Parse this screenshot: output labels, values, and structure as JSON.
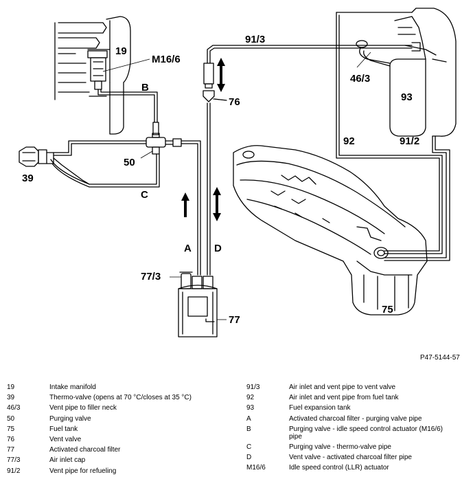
{
  "diagram": {
    "labels": {
      "l19": "19",
      "lM166": "M16/6",
      "lB": "B",
      "l50": "50",
      "l39": "39",
      "lC": "C",
      "lA": "A",
      "lD": "D",
      "l773": "77/3",
      "l77": "77",
      "l76": "76",
      "l913": "91/3",
      "l463": "46/3",
      "l93": "93",
      "l92": "92",
      "l912": "91/2",
      "l75": "75"
    },
    "reference": "P47-5144-57"
  },
  "legend": {
    "left": [
      {
        "code": "19",
        "desc": "Intake manifold"
      },
      {
        "code": "39",
        "desc": "Thermo-valve (opens at 70 °C/closes at 35 °C)"
      },
      {
        "code": "46/3",
        "desc": "Vent pipe to filler neck"
      },
      {
        "code": "50",
        "desc": "Purging valve"
      },
      {
        "code": "75",
        "desc": "Fuel tank"
      },
      {
        "code": "76",
        "desc": "Vent valve"
      },
      {
        "code": "77",
        "desc": "Activated charcoal filter"
      },
      {
        "code": "77/3",
        "desc": "Air inlet cap"
      },
      {
        "code": "91/2",
        "desc": "Vent pipe for refueling"
      }
    ],
    "right": [
      {
        "code": "91/3",
        "desc": "Air inlet and vent pipe to vent valve"
      },
      {
        "code": "92",
        "desc": "Air inlet and vent pipe from fuel tank"
      },
      {
        "code": "93",
        "desc": "Fuel expansion tank"
      },
      {
        "code": "A",
        "desc": "Activated charcoal filter - purging valve pipe"
      },
      {
        "code": "B",
        "desc": "Purging valve - idle speed control actuator (M16/6) pipe"
      },
      {
        "code": "C",
        "desc": "Purging valve - thermo-valve pipe"
      },
      {
        "code": "D",
        "desc": "Vent valve - activated charcoal filter pipe"
      },
      {
        "code": "M16/6",
        "desc": "Idle speed control (LLR) actuator"
      }
    ]
  }
}
